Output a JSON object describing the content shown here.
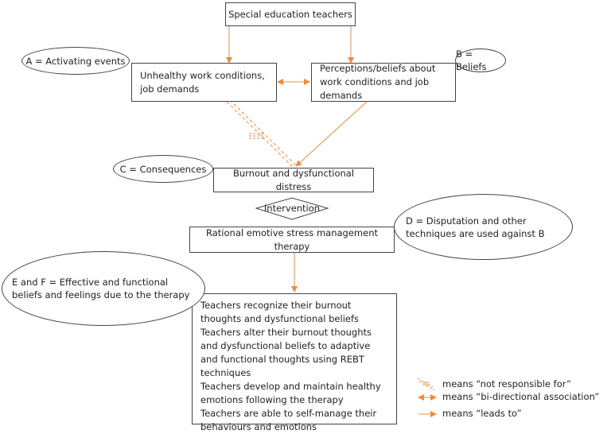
{
  "colors": {
    "arrow": "#f08a3c",
    "border": "#444444"
  },
  "nodes": {
    "teachers": "Special education teachers",
    "unhealthy": "Unhealthy work conditions, job demands",
    "perceptions": "Perceptions/beliefs about work conditions and job demands",
    "burnout": "Burnout and dysfunctional distress",
    "intervention": "Intervention",
    "rest": "Rational emotive stress management therapy",
    "outcomes": [
      "Teachers recognize their burnout thoughts and dysfunctional beliefs",
      "Teachers alter their burnout thoughts and dysfunctional beliefs to adaptive and functional thoughts using REBT techniques",
      "Teachers develop and maintain healthy emotions following the therapy",
      "Teachers are able to self-manage their behaviours and emotions"
    ]
  },
  "labels": {
    "a": "A = Activating events",
    "b": "B = Beliefs",
    "c": "C = Consequences",
    "d": "D = Disputation and other techniques are used against B",
    "ef": "E and F = Effective and functional beliefs and feelings due to the therapy"
  },
  "legend": {
    "not_responsible": "means “not responsible for”",
    "bidirectional": "means “bi-directional association”",
    "leads_to": "means “leads to”"
  }
}
